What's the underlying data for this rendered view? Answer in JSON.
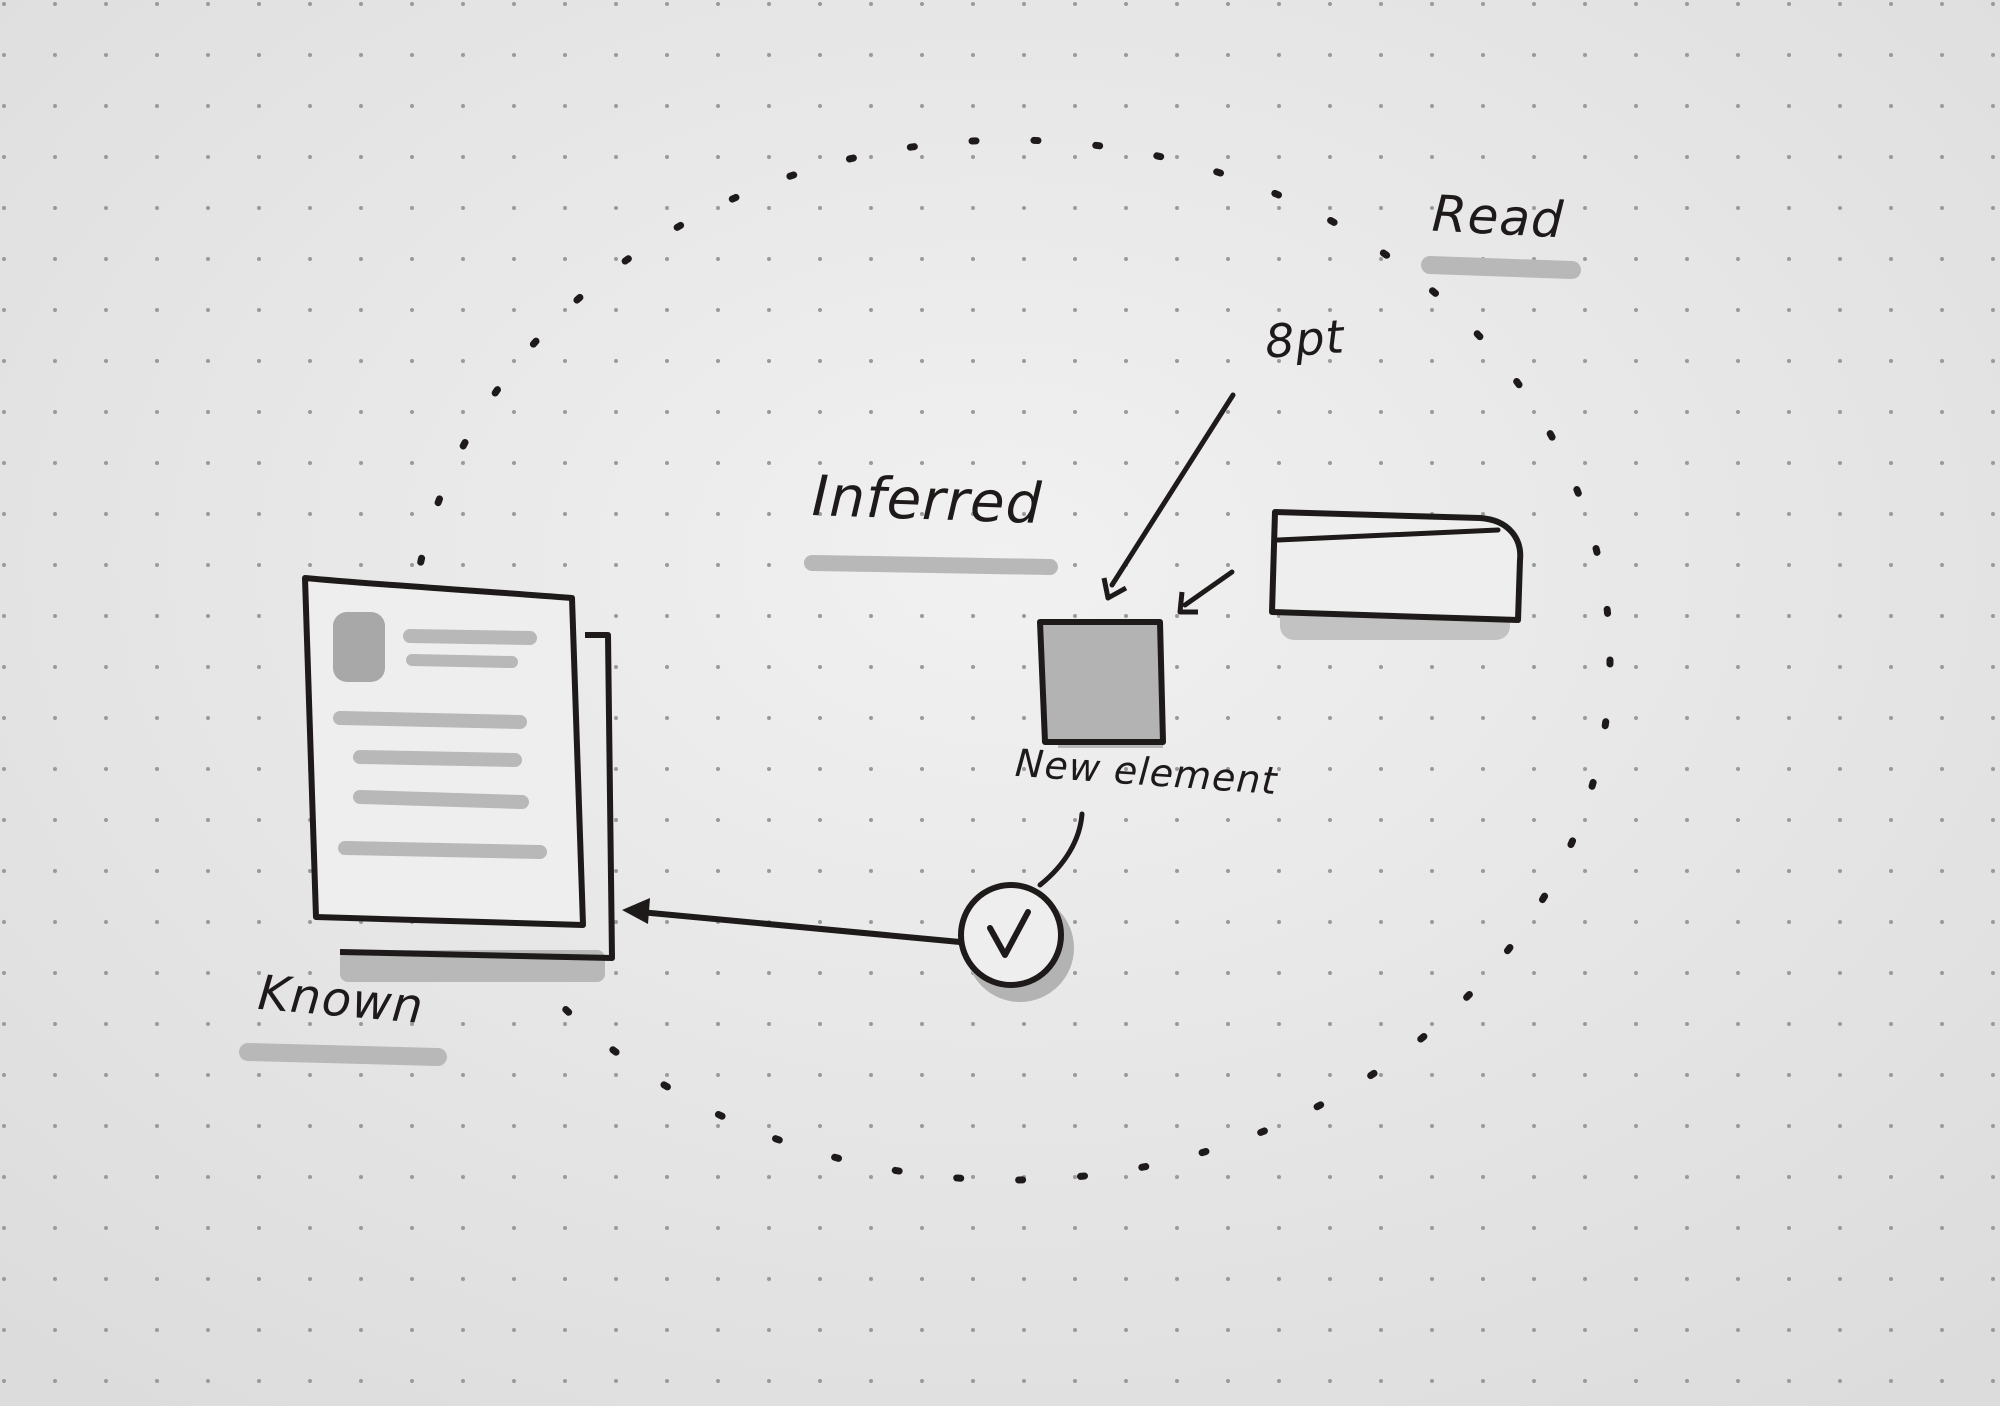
{
  "labels": {
    "read": "Read",
    "size": "8pt",
    "inferred": "Inferred",
    "new_element": "New element",
    "known": "Known"
  },
  "icons": {
    "document": "document-stack-icon",
    "element": "square-element-icon",
    "bar": "rounded-bar-icon",
    "check": "checkmark-circle-icon"
  },
  "colors": {
    "paper": "#e9e9e9",
    "ink": "#1e1a1a",
    "marker": "#b8b8b8",
    "dot": "#9a9a9a"
  }
}
